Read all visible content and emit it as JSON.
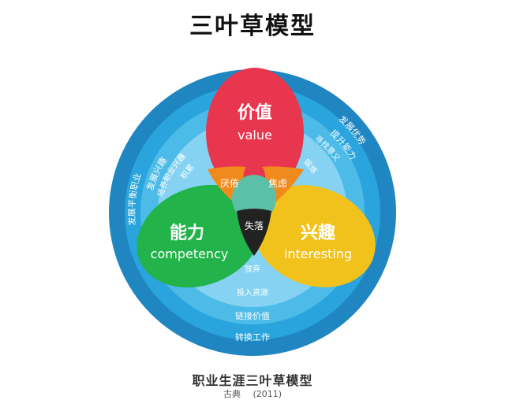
{
  "title": "三叶草模型",
  "caption": "职业生涯三叶草模型",
  "author": "古典",
  "year": "(2011)",
  "colors": {
    "ring_outer": "#1f86c2",
    "ring_2": "#29a4dc",
    "ring_3": "#4dbbe8",
    "ring_inner": "#86d2f2",
    "value": "#e8364f",
    "competency": "#22b34a",
    "interesting": "#f1c21b",
    "overlap_orange": "#f08a1c",
    "center": "#222222"
  },
  "leaves": {
    "value": {
      "zh": "价值",
      "en": "value"
    },
    "competency": {
      "zh": "能力",
      "en": "competency"
    },
    "interesting": {
      "zh": "兴趣",
      "en": "interesting"
    }
  },
  "overlaps": {
    "value_competency": "厌倦",
    "value_interesting": "焦虑",
    "center": "失落"
  },
  "rings": {
    "left": [
      "发展平衡职业",
      "发展兴趣",
      "培养职业兴趣",
      "积累"
    ],
    "right": [
      "发展优势",
      "提升能力",
      "寻找意义",
      "锻炼"
    ],
    "bottom": [
      "转换工作",
      "链接价值",
      "投入资源",
      "放弃"
    ]
  }
}
